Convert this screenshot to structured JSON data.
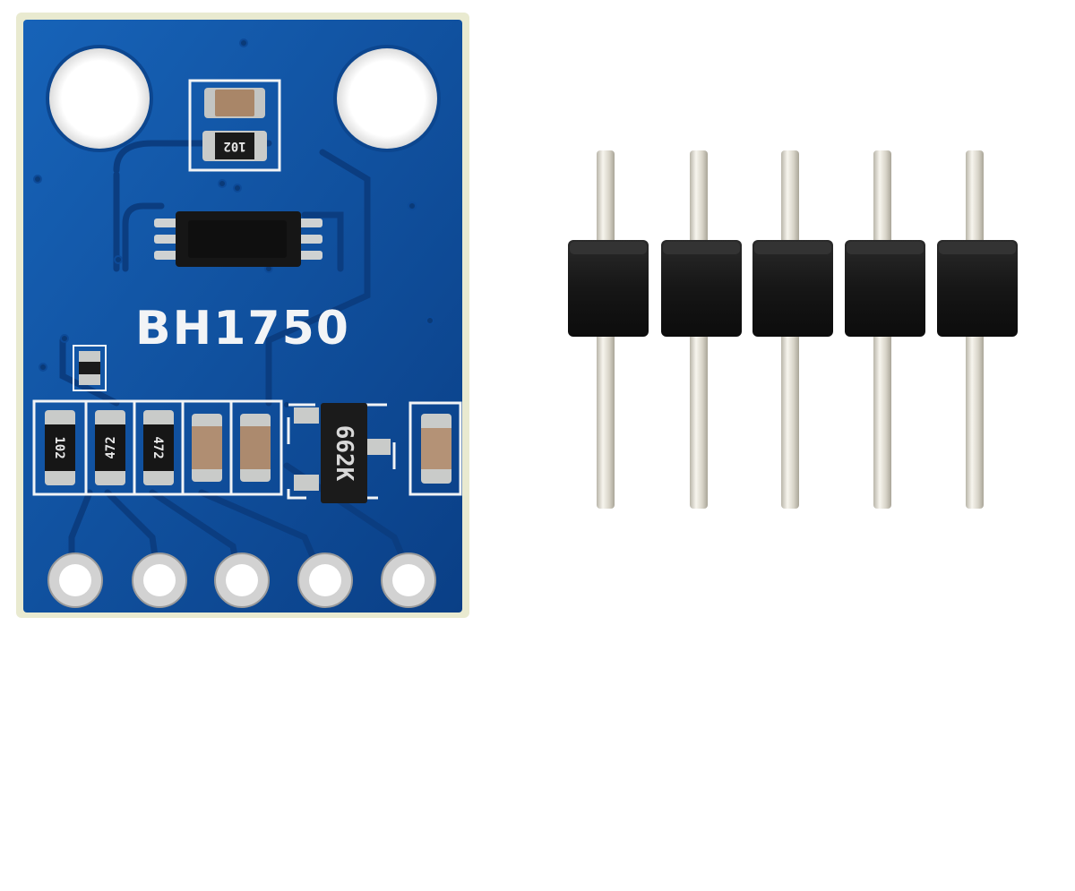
{
  "board": {
    "label": "BH1750",
    "pcb_color": "#0e4f9c",
    "pcb_edge_color": "#e9ead0",
    "silk_color": "#f2f4f6",
    "markings": {
      "top_resistor": "102",
      "bottom_r1": "102",
      "bottom_r2": "472",
      "bottom_r3": "472",
      "regulator": "662K"
    },
    "pin_count": 5
  },
  "header": {
    "pin_count": 5,
    "body_color": "#1c1c1c",
    "pin_color": "#e3e0d6"
  }
}
